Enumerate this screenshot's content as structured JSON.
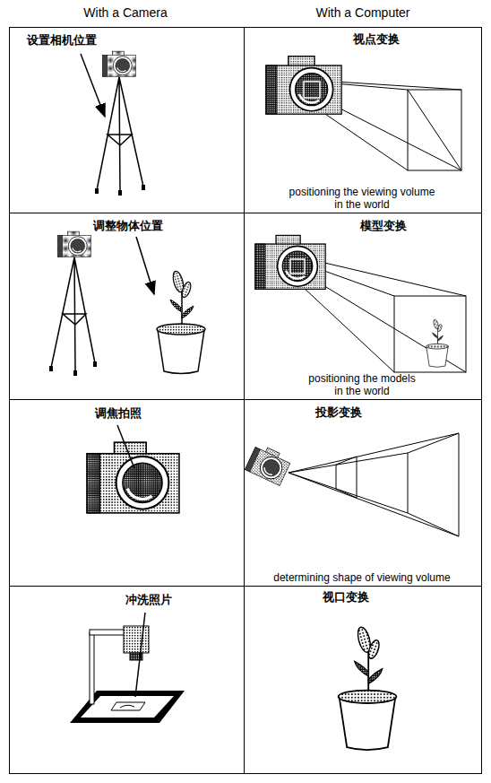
{
  "diagram": {
    "nodes": [
      {
        "text": [
          "设置相机位置"
        ]
      },
      {
        "text": [
          "视点变换",
          "positioning the viewing volume in the world"
        ]
      },
      {
        "text": [
          "调整物体位置"
        ]
      },
      {
        "text": [
          "模型变换",
          "positioning the models in the world"
        ]
      },
      {
        "text": [
          "调焦拍照"
        ]
      },
      {
        "text": [
          "投影变换",
          "determining shape of viewing volume"
        ]
      },
      {
        "text": [
          "冲洗照片"
        ]
      },
      {
        "text": [
          "视口变换"
        ]
      }
    ],
    "labels": [
      "With a Camera",
      "With a Computer"
    ]
  }
}
